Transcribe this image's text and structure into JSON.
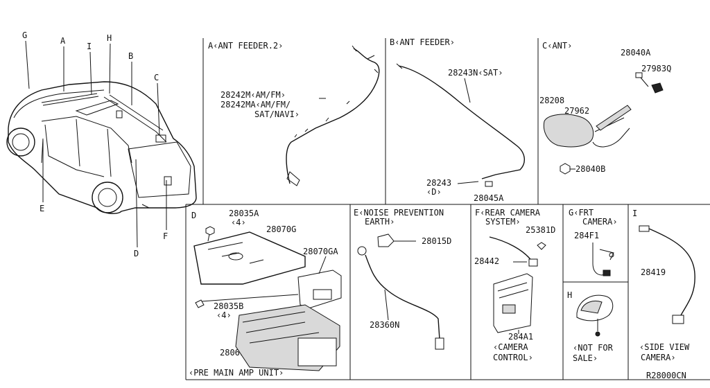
{
  "car_callouts": {
    "g": "G",
    "a": "A",
    "i": "I",
    "h": "H",
    "b": "B",
    "c": "C",
    "e": "E",
    "d": "D",
    "f": "F"
  },
  "section_a": {
    "title": "A‹ANT FEEDER.2›",
    "p1": "28242M‹AM/FM›",
    "p2a": "28242MA‹AM/FM/",
    "p2b": "SAT/NAVI›"
  },
  "section_b": {
    "title": "B‹ANT FEEDER›",
    "p1": "28243N‹SAT›",
    "p2": "28243",
    "p2sub": "‹D›",
    "p3": "28045A"
  },
  "section_c": {
    "title": "C‹ANT›",
    "p1": "28040A",
    "p2": "27983Q",
    "p3": "28208",
    "p4": "27962",
    "p5": "28040B"
  },
  "section_d": {
    "label": "D",
    "p1": "28035A",
    "p1q": "‹4›",
    "p2": "28070G",
    "p3": "28070GA",
    "p4": "28035B",
    "p4q": "‹4›",
    "p5": "28061",
    "caption": "‹PRE MAIN AMP UNIT›"
  },
  "section_e": {
    "title1": "E‹NOISE PREVENTION",
    "title2": "EARTH›",
    "p1": "28015D",
    "p2": "28360N"
  },
  "section_f": {
    "title1": "F‹REAR CAMERA",
    "title2": "SYSTEM›",
    "p1": "25381D",
    "p2": "28442",
    "p3": "284A1",
    "cap1": "‹CAMERA",
    "cap2": "CONTROL›"
  },
  "section_g": {
    "title1": "G‹FRT",
    "title2": "CAMERA›",
    "p1": "284F1"
  },
  "section_h": {
    "label": "H",
    "cap1": "‹NOT FOR",
    "cap2": "SALE›"
  },
  "section_i": {
    "label": "I",
    "p1": "28419",
    "cap1": "‹SIDE VIEW",
    "cap2": "CAMERA›"
  },
  "diagram_code": "R28000CN"
}
